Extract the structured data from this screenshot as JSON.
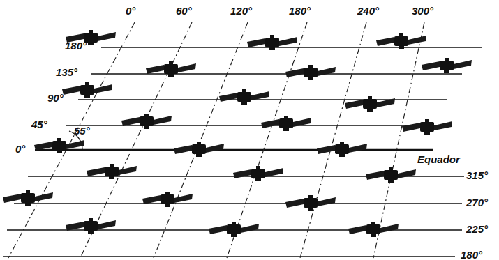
{
  "diagram": {
    "labels": [
      "0°",
      "60°",
      "120°",
      "180°",
      "240°",
      "300°",
      "180°",
      "135°",
      "90°",
      "45°",
      "0°",
      "55°",
      "Equador",
      "315°",
      "270°",
      "225°",
      "180°"
    ]
  }
}
